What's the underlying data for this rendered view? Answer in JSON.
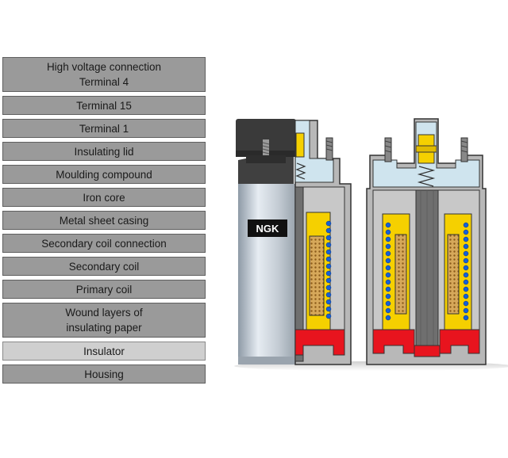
{
  "labels": [
    {
      "text": "High voltage connection\nTerminal 4",
      "lines": 2,
      "selected": false
    },
    {
      "text": "Terminal 15",
      "lines": 1,
      "selected": false
    },
    {
      "text": "Terminal 1",
      "lines": 1,
      "selected": false
    },
    {
      "text": "Insulating lid",
      "lines": 1,
      "selected": false
    },
    {
      "text": "Moulding compound",
      "lines": 1,
      "selected": false
    },
    {
      "text": "Iron core",
      "lines": 1,
      "selected": false
    },
    {
      "text": "Metal sheet casing",
      "lines": 1,
      "selected": false
    },
    {
      "text": "Secondary coil connection",
      "lines": 1,
      "selected": false
    },
    {
      "text": "Secondary coil",
      "lines": 1,
      "selected": false
    },
    {
      "text": "Primary coil",
      "lines": 1,
      "selected": false
    },
    {
      "text": "Wound layers of\ninsulating paper",
      "lines": 2,
      "selected": false
    },
    {
      "text": "Insulator",
      "lines": 1,
      "selected": true
    },
    {
      "text": "Housing",
      "lines": 1,
      "selected": false
    }
  ],
  "illustration": {
    "brand_label": "NGK"
  },
  "colors": {
    "button_bg": "#9a9a9a",
    "button_selected_bg": "#cfcfcf",
    "housing_grey": "#b0b0b0",
    "insulator_red": "#e8141e",
    "coil_yellow": "#f5d000",
    "winding_blue": "#1560d8",
    "lid_blue": "#cfe4ee"
  }
}
